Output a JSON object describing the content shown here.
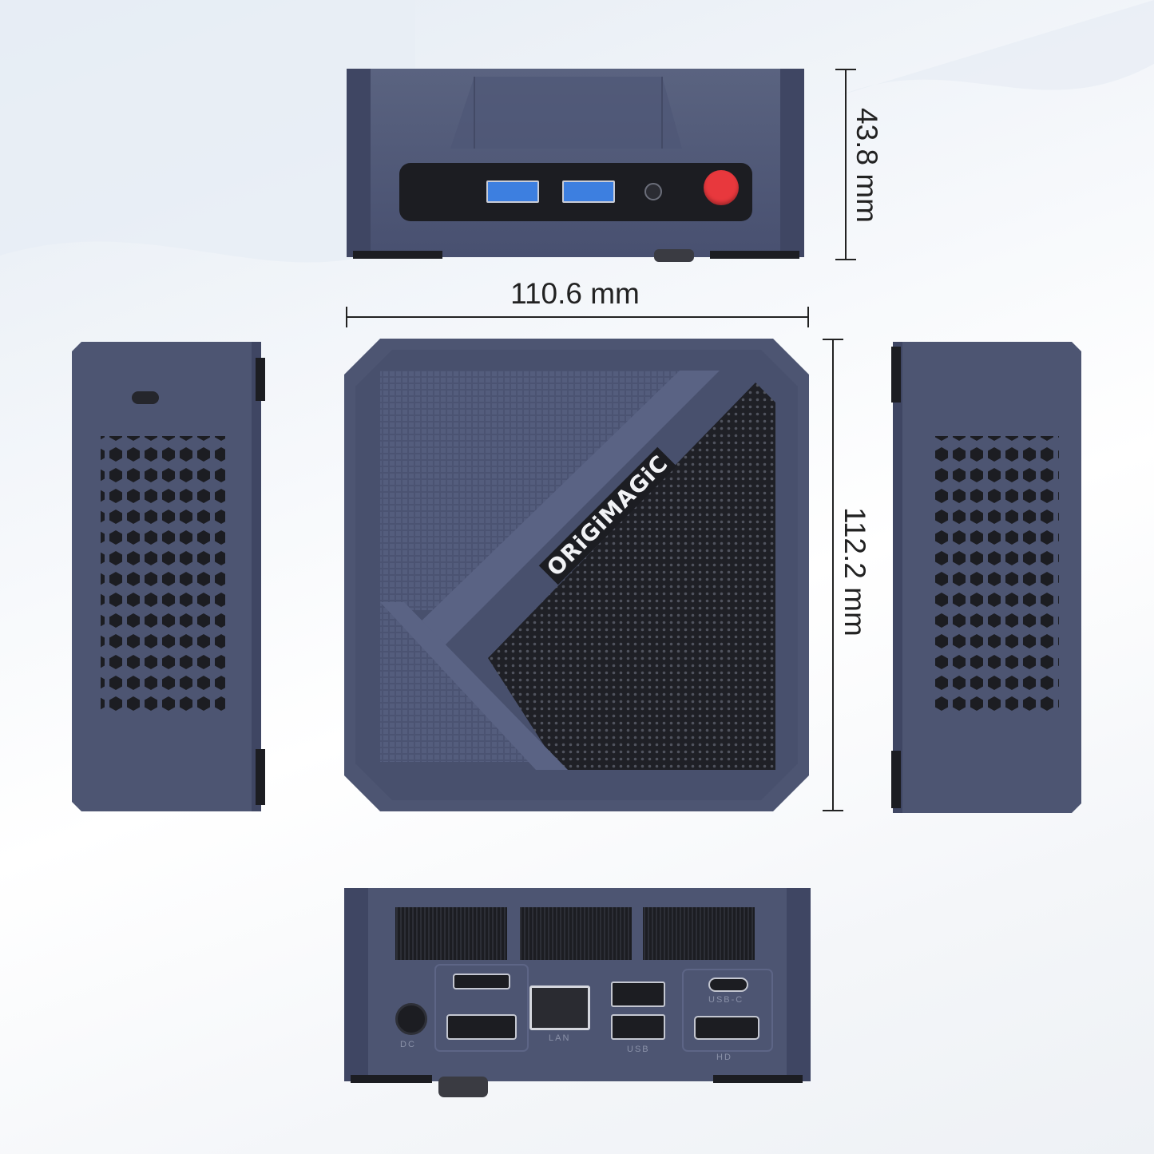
{
  "dimensions": {
    "height": "43.8 mm",
    "width": "110.6 mm",
    "depth": "112.2 mm"
  },
  "brand": {
    "logo_text": "ORiGiMAGiC"
  },
  "rear_ports": {
    "dc_label": "DC",
    "lan_label": "LAN",
    "usb_label": "USB",
    "usbc_label": "USB-C",
    "hdmi_label": "HD"
  },
  "colors": {
    "case": "#4d5572",
    "case_dark": "#3b425c",
    "panel_black": "#1c1d22",
    "usb_blue": "#3d7fe0",
    "power_red": "#e8383d"
  },
  "icons": [
    "headphone-icon",
    "power-button-icon",
    "usb-a-port-icon",
    "ethernet-port-icon",
    "hdmi-port-icon",
    "displayport-icon",
    "usb-c-port-icon",
    "dc-jack-icon"
  ]
}
